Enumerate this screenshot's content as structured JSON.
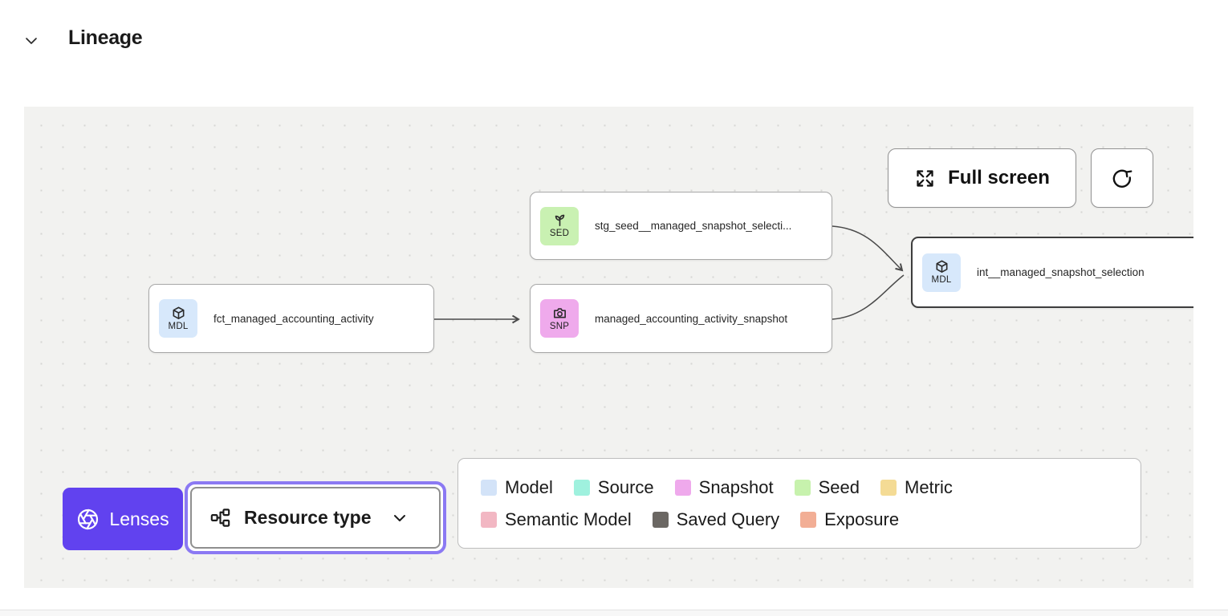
{
  "header": {
    "title": "Lineage"
  },
  "toolbar": {
    "full_screen_label": "Full screen"
  },
  "nodes": [
    {
      "badge": "SED",
      "label": "stg_seed__managed_snapshot_selecti...",
      "color": "#c9f1b2"
    },
    {
      "badge": "MDL",
      "label": "fct_managed_accounting_activity",
      "color": "#d7e8fb"
    },
    {
      "badge": "SNP",
      "label": "managed_accounting_activity_snapshot",
      "color": "#efaaec"
    },
    {
      "badge": "MDL",
      "label": "int__managed_snapshot_selection",
      "color": "#d7e8fb"
    }
  ],
  "lenses": {
    "label": "Lenses",
    "color": "#6142ef"
  },
  "resource_type": {
    "label": "Resource type"
  },
  "legend": {
    "items": [
      {
        "label": "Model",
        "color": "#d3e3f8"
      },
      {
        "label": "Source",
        "color": "#9ff1de"
      },
      {
        "label": "Snapshot",
        "color": "#efa9ec"
      },
      {
        "label": "Seed",
        "color": "#c7f2ad"
      },
      {
        "label": "Metric",
        "color": "#f4db95"
      },
      {
        "label": "Semantic Model",
        "color": "#f2b7c3"
      },
      {
        "label": "Saved Query",
        "color": "#6b6763"
      },
      {
        "label": "Exposure",
        "color": "#f2ae95"
      }
    ]
  }
}
